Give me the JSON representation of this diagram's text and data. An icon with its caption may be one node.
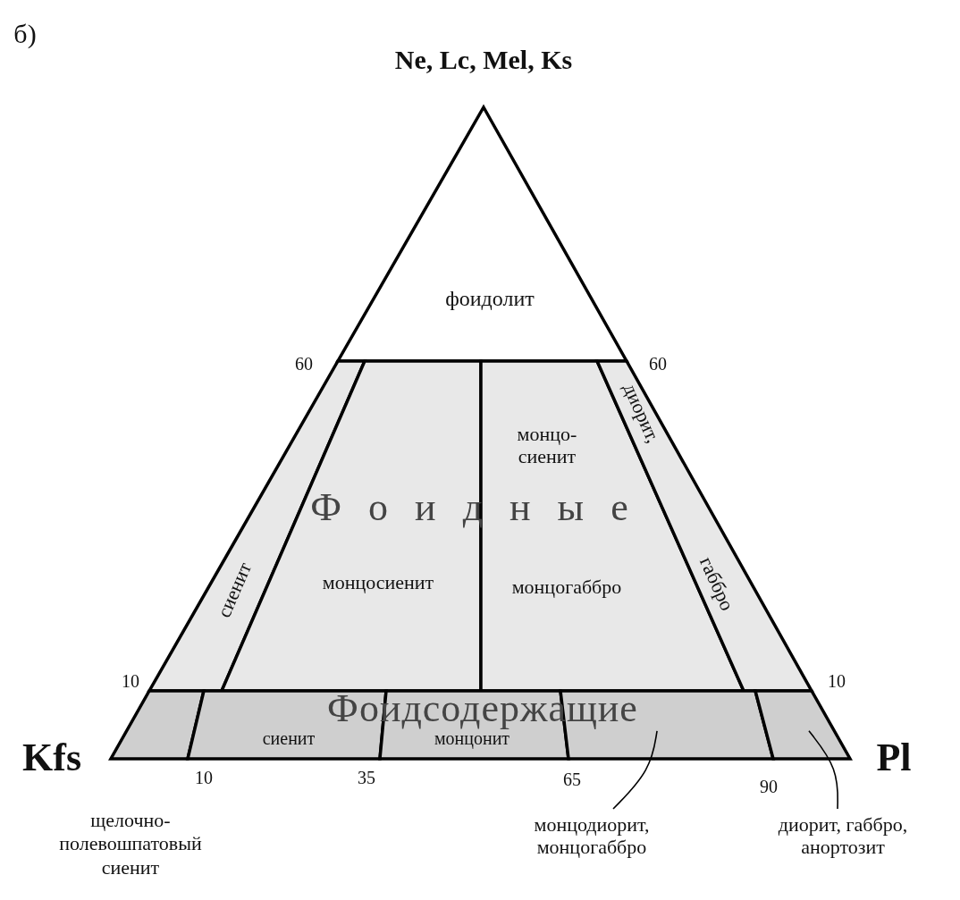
{
  "diagram": {
    "nodes": [
      {
        "text": [
          "фоидолит"
        ]
      },
      {
        "text": [
          "сиенит"
        ]
      },
      {
        "text": [
          "монцосиенит"
        ]
      },
      {
        "text": [
          "монцо- сиенит",
          "монцогаббро"
        ]
      },
      {
        "text": [
          "диорит,",
          "габбро"
        ]
      },
      {
        "text": [],
        "shape": "box"
      },
      {
        "text": [
          "сиенит"
        ]
      },
      {
        "text": [
          "монцонит"
        ]
      },
      {
        "text": [],
        "shape": "box"
      },
      {
        "text": [],
        "shape": "box"
      },
      {
        "text": [
          "монцодиорит, монцогаббро"
        ]
      },
      {
        "text": [
          "диорит, габбро, анортозит"
        ]
      }
    ],
    "edges": [
      {
        "from": 10,
        "to": 8,
        "arrow": "none"
      },
      {
        "from": 11,
        "to": 9,
        "arrow": "none"
      }
    ],
    "labels": [
      "б)",
      "Ne, Lc, Mel, Ks",
      "60",
      "60",
      "Фоидные",
      "10",
      "10",
      "Фоидсодержащие",
      "Kfs",
      "Pl",
      "10",
      "35",
      "65",
      "90",
      "щелочно- полевошпатовый сиенит"
    ]
  }
}
